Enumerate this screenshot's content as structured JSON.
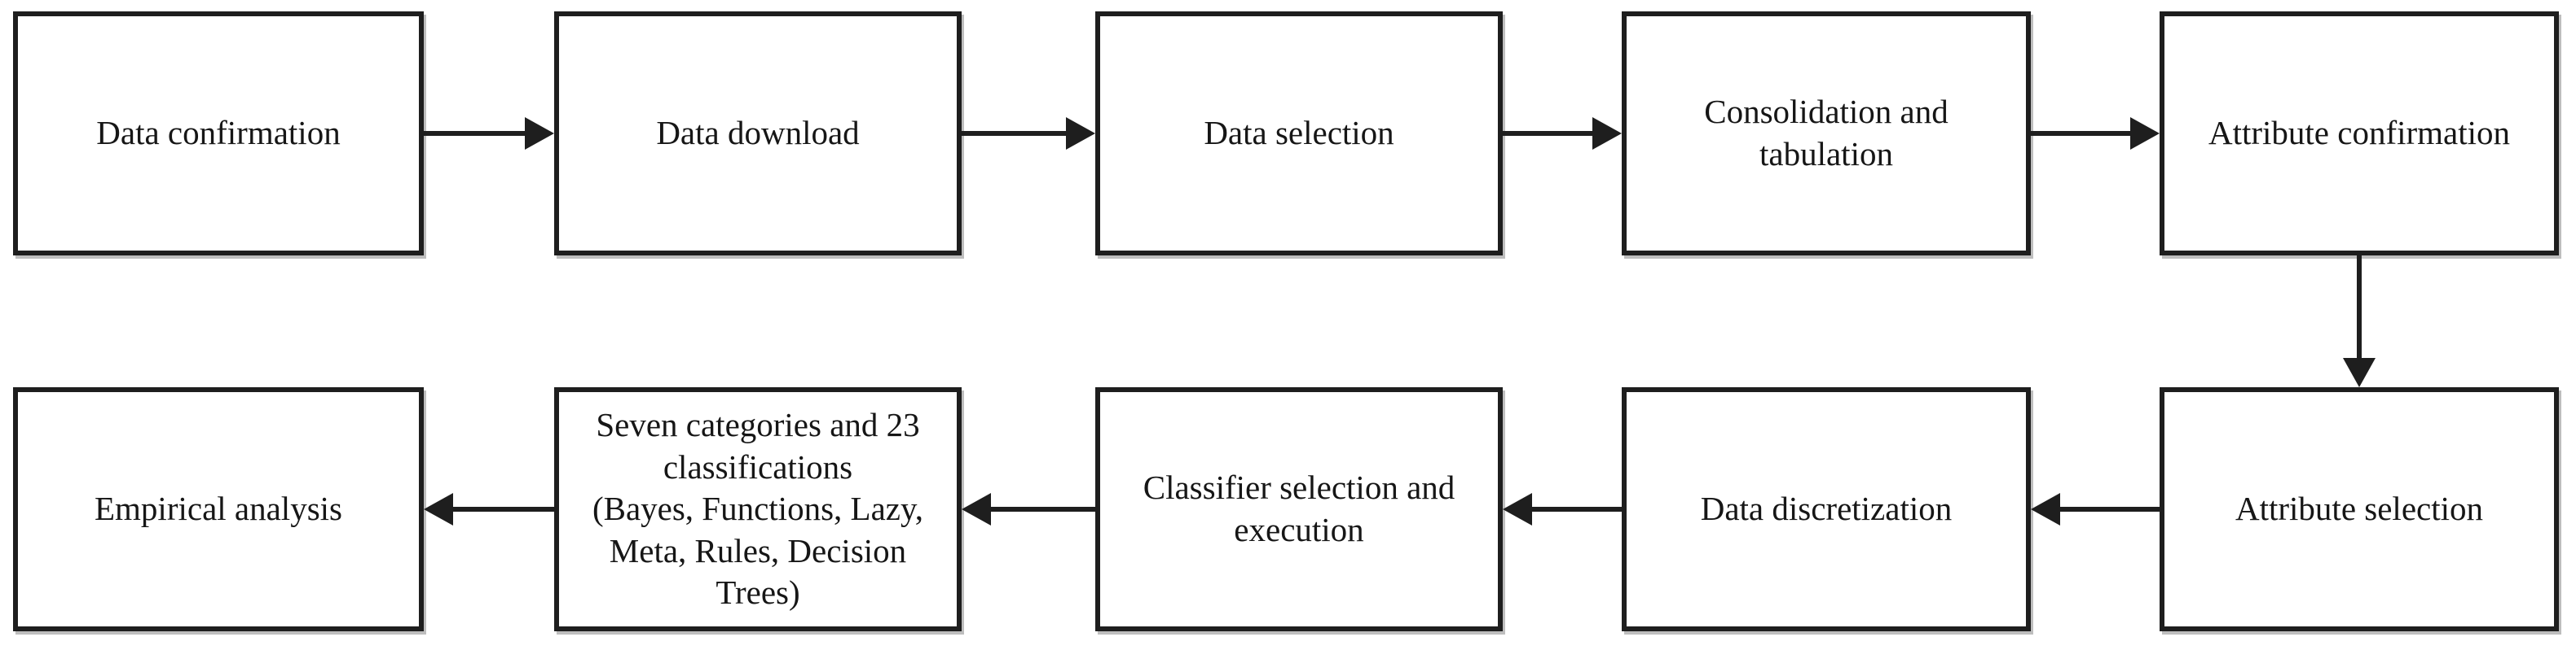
{
  "diagram": {
    "background_color": "#ffffff",
    "line_color": "#1e1e1e",
    "box_fill_color": "#ffffff",
    "text_color": "#161616"
  },
  "nodes": [
    {
      "id": "data-confirmation",
      "label": "Data confirmation"
    },
    {
      "id": "data-download",
      "label": "Data download"
    },
    {
      "id": "data-selection",
      "label": "Data selection"
    },
    {
      "id": "consolidation-and-tabulation",
      "label": "Consolidation and\ntabulation"
    },
    {
      "id": "attribute-confirmation",
      "label": "Attribute confirmation"
    },
    {
      "id": "attribute-selection",
      "label": "Attribute selection"
    },
    {
      "id": "data-discretization",
      "label": "Data discretization"
    },
    {
      "id": "classifier-selection-and-execution",
      "label": "Classifier selection and\nexecution"
    },
    {
      "id": "seven-categories",
      "label": "Seven categories and 23\nclassifications\n(Bayes, Functions, Lazy,\nMeta, Rules, Decision\nTrees)"
    },
    {
      "id": "empirical-analysis",
      "label": "Empirical analysis"
    }
  ],
  "edges": [
    {
      "from": "data-confirmation",
      "to": "data-download",
      "direction": "right"
    },
    {
      "from": "data-download",
      "to": "data-selection",
      "direction": "right"
    },
    {
      "from": "data-selection",
      "to": "consolidation-and-tabulation",
      "direction": "right"
    },
    {
      "from": "consolidation-and-tabulation",
      "to": "attribute-confirmation",
      "direction": "right"
    },
    {
      "from": "attribute-confirmation",
      "to": "attribute-selection",
      "direction": "down"
    },
    {
      "from": "attribute-selection",
      "to": "data-discretization",
      "direction": "left"
    },
    {
      "from": "data-discretization",
      "to": "classifier-selection-and-execution",
      "direction": "left"
    },
    {
      "from": "classifier-selection-and-execution",
      "to": "seven-categories",
      "direction": "left"
    },
    {
      "from": "seven-categories",
      "to": "empirical-analysis",
      "direction": "left"
    }
  ]
}
